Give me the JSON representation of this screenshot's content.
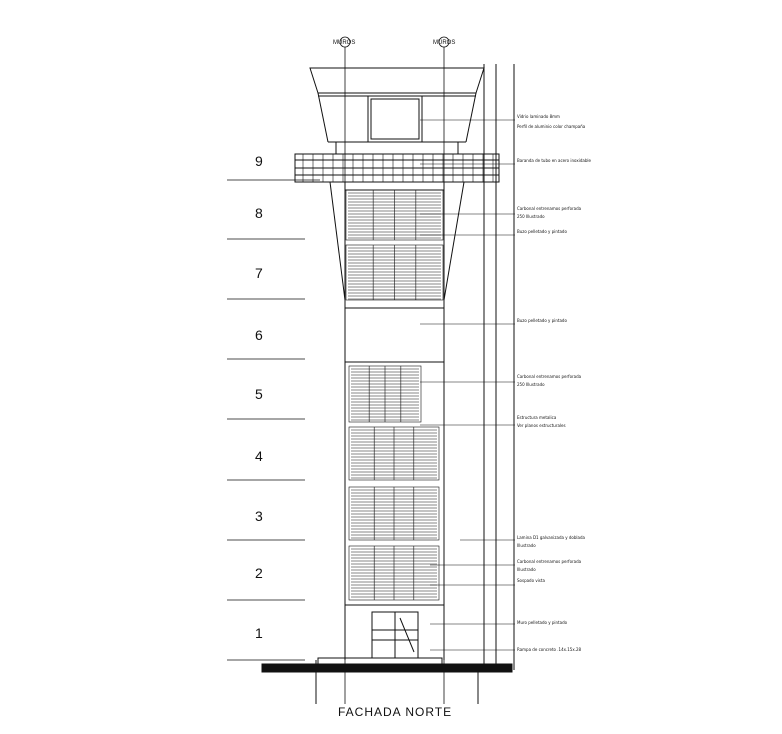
{
  "title": "FACHADA NORTE",
  "axes": [
    "MUROS",
    "MUROS"
  ],
  "levels": [
    "9",
    "8",
    "7",
    "6",
    "5",
    "4",
    "3",
    "2",
    "1"
  ],
  "annotations": [
    "Vidrio laminado 8mm",
    "Perfil de aluminio color champaña",
    "Baranda de tubo en acero inoxidable",
    "Carbonal entrenamos perforada",
    "250 Illustrado",
    "Buzo pelletado y pintado",
    "Buzo pelletado y pintado",
    "Carbonal entrenamos perforada",
    "250 Illustrado",
    "Estructura metalica",
    "Ver planos estructurales",
    "Lamina D1 galvanizada y doblada",
    "Illustrado",
    "Carbonal entrenamos perforada",
    "Illustrado",
    "Sospado vista",
    "Muro pelletado y pintado",
    "Rampa de concreto .14x.15x.28"
  ],
  "colors": {
    "ink": "#111111",
    "paper": "#ffffff"
  }
}
